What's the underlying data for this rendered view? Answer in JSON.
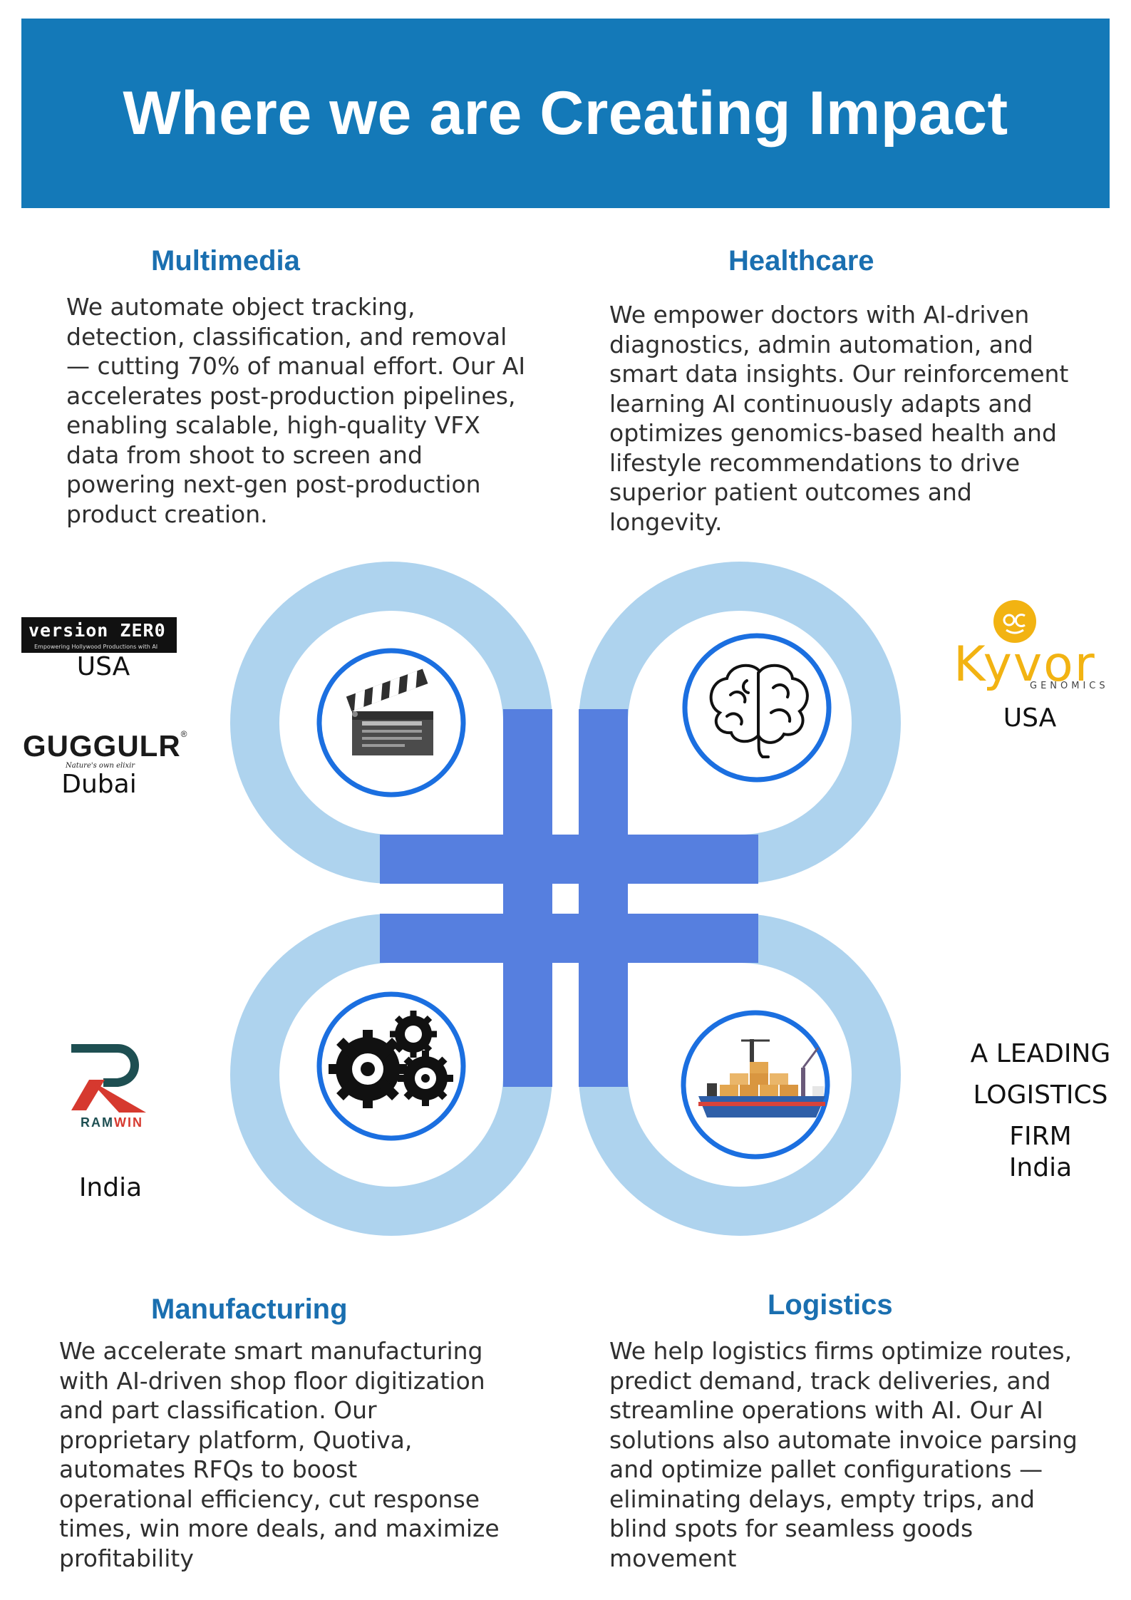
{
  "banner": {
    "title": "Where we are Creating Impact"
  },
  "sections": {
    "multimedia": {
      "title": "Multimedia",
      "lines": [
        "We automate object tracking,",
        "detection, classification, and removal",
        "— cutting 70% of manual effort. Our AI",
        "accelerates post-production pipelines,",
        "enabling scalable, high-quality VFX",
        "data from shoot to screen and",
        "powering next-gen post-production",
        "product creation."
      ]
    },
    "healthcare": {
      "title": "Healthcare",
      "lines": [
        "We empower doctors with AI-driven",
        "diagnostics, admin automation, and",
        "smart data insights. Our reinforcement",
        "learning AI continuously adapts and",
        "optimizes genomics-based health and",
        "lifestyle recommendations to drive",
        "superior patient outcomes and",
        "longevity."
      ]
    },
    "manufacturing": {
      "title": "Manufacturing",
      "lines": [
        "We accelerate smart manufacturing",
        "with AI-driven shop floor digitization",
        "and part classification. Our",
        "proprietary platform, Quotiva,",
        "automates RFQs to boost",
        "operational efficiency, cut response",
        "times, win more deals, and maximize",
        "profitability"
      ]
    },
    "logistics": {
      "title": "Logistics",
      "lines": [
        "We help logistics firms optimize routes,",
        "predict demand, track deliveries, and",
        "streamline operations with AI. Our AI",
        "solutions also automate invoice parsing",
        "and optimize pallet configurations —",
        "eliminating delays, empty trips, and",
        "blind spots for seamless goods",
        "movement"
      ]
    }
  },
  "clients": {
    "version_zero": {
      "name": "version ZER0",
      "tagline": "Empowering Hollywood Productions with AI",
      "country": "USA"
    },
    "guggulr": {
      "name": "GUGGULR",
      "mark": "®",
      "tagline": "Nature's own elixir",
      "country": "Dubai"
    },
    "kyvor": {
      "name": "Kyvor",
      "sub": "GENOMICS",
      "country": "USA"
    },
    "ramwin": {
      "name_a": "RAM",
      "name_b": "WIN",
      "country": "India"
    },
    "logistics_firm": {
      "lines": [
        "A LEADING",
        "LOGISTICS",
        "FIRM"
      ],
      "country": "India"
    }
  },
  "icons": {
    "multimedia": "clapperboard-icon",
    "healthcare": "brain-icon",
    "manufacturing": "gears-icon",
    "logistics": "cargo-ship-icon"
  },
  "colors": {
    "banner": "#1479b8",
    "title": "#1a6fb0",
    "ring": "#aed3ee",
    "cross": "#567fdf",
    "circle_border": "#1b6fe0",
    "kyvor": "#f2b312"
  }
}
